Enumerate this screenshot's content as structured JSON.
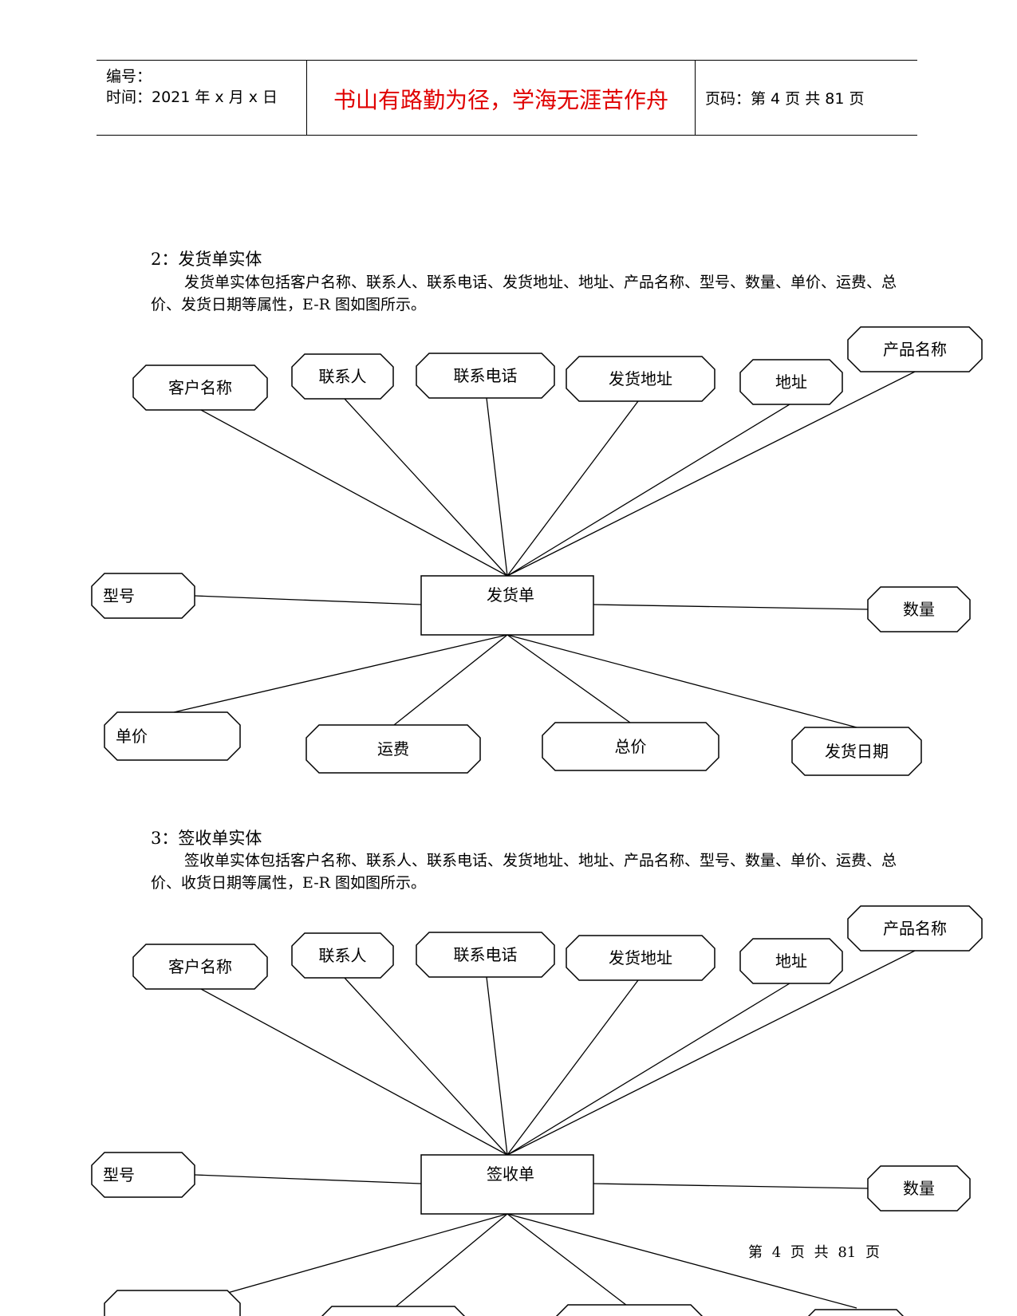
{
  "header": {
    "number_label": "编号：",
    "time_label": "时间：2021 年 x 月 x 日",
    "motto": "书山有路勤为径，学海无涯苦作舟",
    "page_info": "页码：第 4 页  共 81 页"
  },
  "sections": [
    {
      "title": "2：发货单实体",
      "body": "发货单实体包括客户名称、联系人、联系电话、发货地址、地址、产品名称、型号、数量、单价、运费、总价、发货日期等属性，E-R 图如图所示。",
      "entity": "发货单",
      "attributes": [
        "客户名称",
        "联系人",
        "联系电话",
        "发货地址",
        "地址",
        "产品名称",
        "型号",
        "数量",
        "单价",
        "运费",
        "总价",
        "发货日期"
      ]
    },
    {
      "title": "3：签收单实体",
      "body": "签收单实体包括客户名称、联系人、联系电话、发货地址、地址、产品名称、型号、数量、单价、运费、总价、收货日期等属性，E-R 图如图所示。",
      "entity": "签收单",
      "attributes": [
        "客户名称",
        "联系人",
        "联系电话",
        "发货地址",
        "地址",
        "产品名称",
        "型号",
        "数量"
      ]
    }
  ],
  "footer": "第 4 页 共 81 页"
}
